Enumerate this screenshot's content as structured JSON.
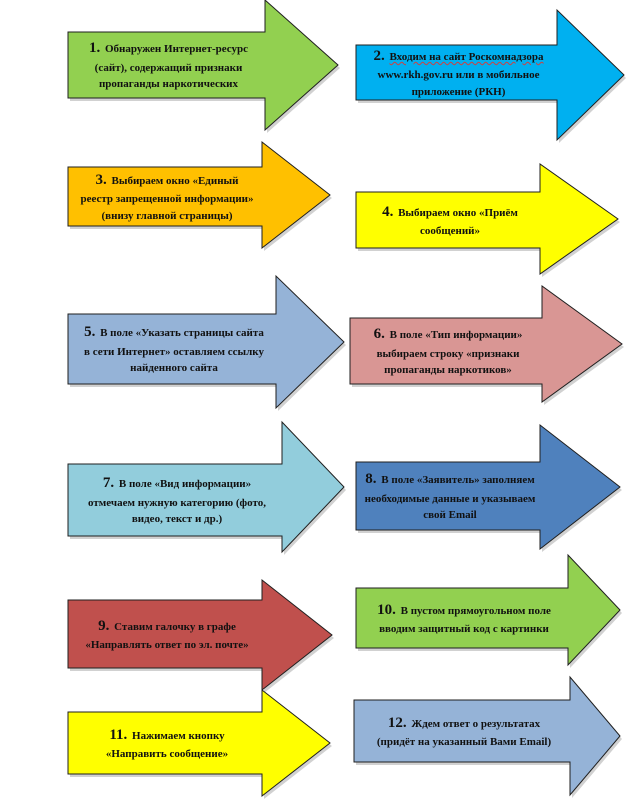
{
  "steps": [
    {
      "number": "1.",
      "lines": [
        "Обнаружен Интернет-ресурс",
        "(сайт), содержащий признаки",
        "пропаганды наркотических"
      ],
      "color": "#92d050"
    },
    {
      "number": "2.",
      "lines": [
        "Входим на сайт Роскомнадзора",
        "www.rkh.gov.ru или в мобильное",
        "приложение (РКН)"
      ],
      "color": "#00b0f0"
    },
    {
      "number": "3.",
      "lines": [
        "Выбираем окно «Единый",
        "реестр запрещенной информации»",
        "(внизу главной страницы)"
      ],
      "color": "#ffc000"
    },
    {
      "number": "4.",
      "lines": [
        "Выбираем окно «Приём",
        "сообщений»"
      ],
      "color": "#ffff00"
    },
    {
      "number": "5.",
      "lines": [
        "В поле «Указать страницы сайта",
        "в сети Интернет» оставляем ссылку",
        "найденного сайта"
      ],
      "color": "#95b3d7"
    },
    {
      "number": "6.",
      "lines": [
        "В поле «Тип информации»",
        "выбираем строку «признаки",
        "пропаганды наркотиков»"
      ],
      "color": "#d99694"
    },
    {
      "number": "7.",
      "lines": [
        "В поле «Вид информации»",
        "отмечаем нужную категорию (фото,",
        "видео, текст и др.)"
      ],
      "color": "#92cddc"
    },
    {
      "number": "8.",
      "lines": [
        "В поле «Заявитель» заполняем",
        "необходимые данные и указываем",
        "свой Email"
      ],
      "color": "#4f81bd"
    },
    {
      "number": "9.",
      "lines": [
        "Ставим галочку в графе",
        "«Направлять ответ по эл. почте»"
      ],
      "color": "#c0504d"
    },
    {
      "number": "10.",
      "lines": [
        "В пустом прямоугольном поле",
        "вводим защитный код с картинки"
      ],
      "color": "#92d050"
    },
    {
      "number": "11.",
      "lines": [
        "Нажимаем кнопку",
        "«Направить сообщение»"
      ],
      "color": "#ffff00"
    },
    {
      "number": "12.",
      "lines": [
        "Ждем ответ о результатах",
        "(придёт на указанный Вами Email)"
      ],
      "color": "#95b3d7"
    }
  ]
}
